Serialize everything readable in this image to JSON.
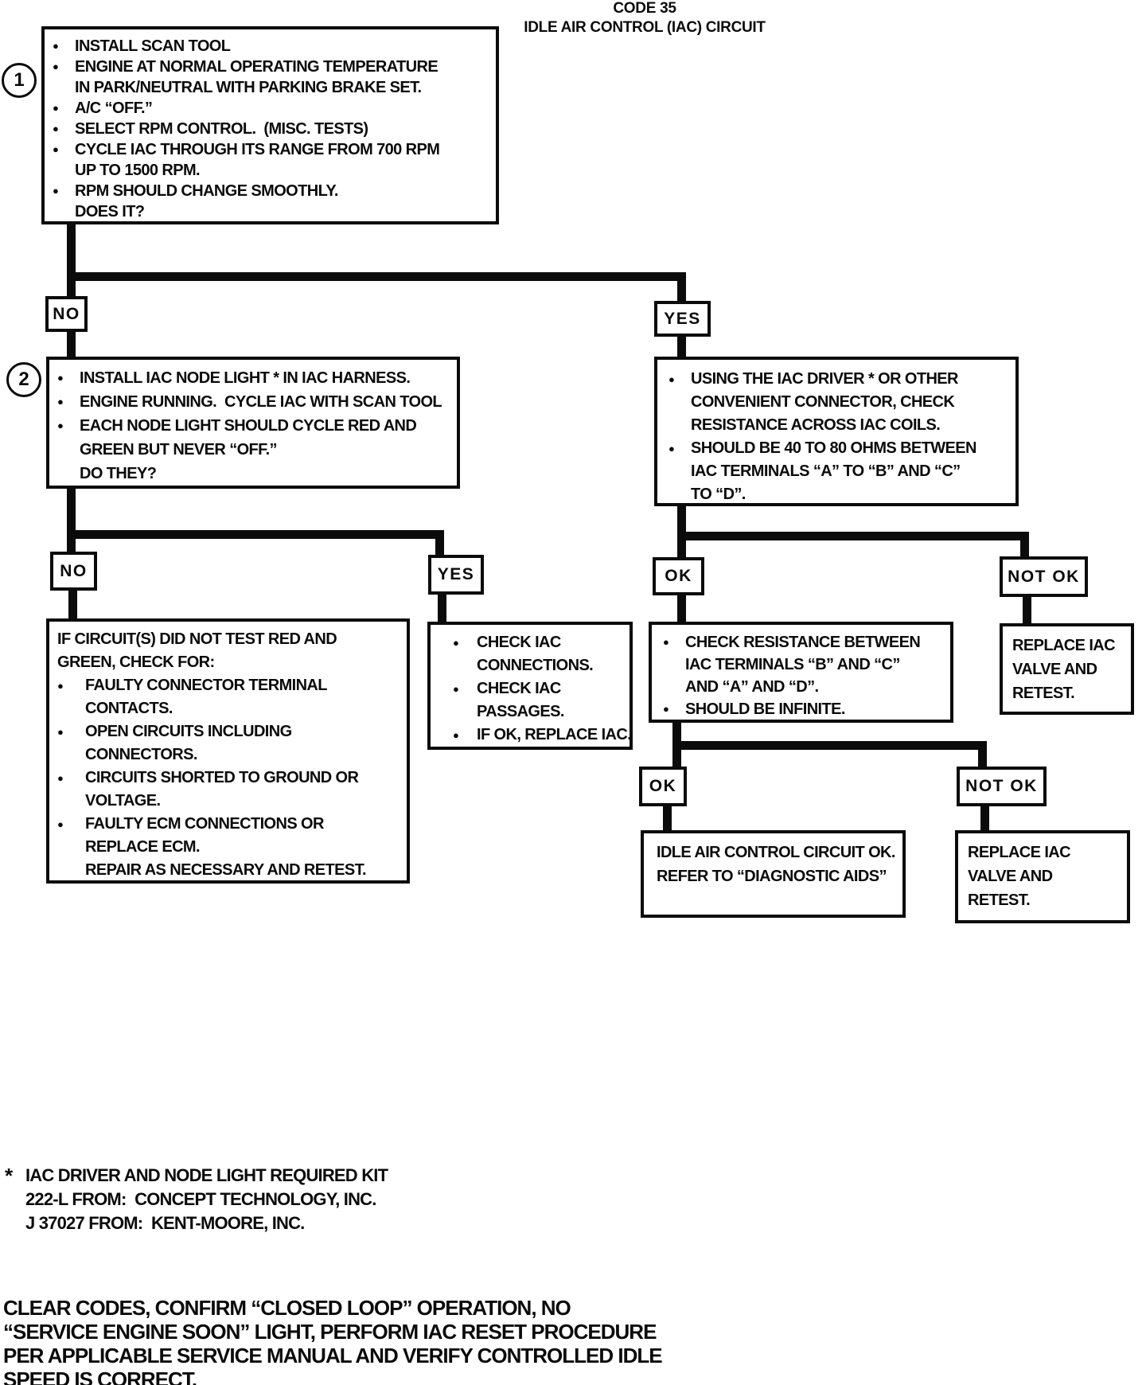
{
  "glyphs": {
    "bullet": "●"
  },
  "title": {
    "code": "CODE 35",
    "subtitle": "IDLE AIR CONTROL (IAC) CIRCUIT"
  },
  "steps": {
    "one": "1",
    "two": "2"
  },
  "labels": {
    "no1": "NO",
    "yes1": "YES",
    "no2": "NO",
    "yes2": "YES",
    "ok1": "OK",
    "not_ok1": "NOT OK",
    "ok2": "OK",
    "not_ok2": "NOT OK"
  },
  "boxes": {
    "step1": {
      "items": [
        "INSTALL SCAN TOOL",
        "ENGINE AT NORMAL OPERATING TEMPERATURE\nIN PARK/NEUTRAL WITH PARKING BRAKE SET.",
        "A/C “OFF.”",
        "SELECT RPM CONTROL.  (MISC. TESTS)",
        "CYCLE IAC THROUGH ITS RANGE FROM 700 RPM\nUP TO 1500 RPM.",
        "RPM SHOULD CHANGE SMOOTHLY.\nDOES IT?"
      ]
    },
    "step2": {
      "items": [
        "INSTALL IAC NODE LIGHT * IN IAC HARNESS.",
        "ENGINE RUNNING.  CYCLE IAC WITH SCAN TOOL",
        "EACH NODE LIGHT SHOULD CYCLE RED AND\nGREEN BUT NEVER “OFF.”\nDO THEY?"
      ]
    },
    "check_coils": {
      "items": [
        "USING THE IAC DRIVER * OR OTHER\nCONVENIENT CONNECTOR, CHECK\nRESISTANCE ACROSS IAC COILS.",
        "SHOULD BE 40 TO 80 OHMS BETWEEN\nIAC TERMINALS “A” TO “B” AND “C”\nTO “D”."
      ]
    },
    "circuit_check": {
      "heading": "IF CIRCUIT(S) DID NOT TEST RED AND\nGREEN, CHECK FOR:",
      "items": [
        "FAULTY CONNECTOR TERMINAL\nCONTACTS.",
        "OPEN CIRCUITS INCLUDING\nCONNECTORS.",
        "CIRCUITS SHORTED TO GROUND OR\nVOLTAGE.",
        "FAULTY ECM CONNECTIONS OR\nREPLACE ECM.\nREPAIR AS NECESSARY AND RETEST."
      ]
    },
    "check_iac": {
      "items": [
        "CHECK IAC\nCONNECTIONS.",
        "CHECK IAC\nPASSAGES.",
        "IF OK, REPLACE IAC."
      ]
    },
    "check_resistance": {
      "items": [
        "CHECK RESISTANCE BETWEEN\nIAC TERMINALS “B” AND “C”\nAND “A” AND “D”.",
        "SHOULD BE INFINITE."
      ]
    },
    "replace_iac_1": {
      "text": "REPLACE IAC\nVALVE AND\nRETEST."
    },
    "circuit_ok": {
      "text": "IDLE AIR CONTROL CIRCUIT OK.\nREFER TO “DIAGNOSTIC AIDS”"
    },
    "replace_iac_2": {
      "text": "REPLACE IAC\nVALVE AND\nRETEST."
    }
  },
  "footnote": {
    "marker": "*",
    "text": "IAC DRIVER AND NODE LIGHT REQUIRED KIT\n222-L FROM:  CONCEPT TECHNOLOGY, INC.\nJ 37027 FROM:  KENT-MOORE, INC."
  },
  "closing": {
    "text": "CLEAR CODES, CONFIRM “CLOSED LOOP” OPERATION, NO\n“SERVICE ENGINE SOON” LIGHT, PERFORM IAC RESET PROCEDURE\nPER APPLICABLE SERVICE MANUAL AND VERIFY CONTROLLED IDLE\nSPEED IS CORRECT."
  },
  "colors": {
    "ink": "#0b0b0b",
    "paper": "#ffffff"
  }
}
